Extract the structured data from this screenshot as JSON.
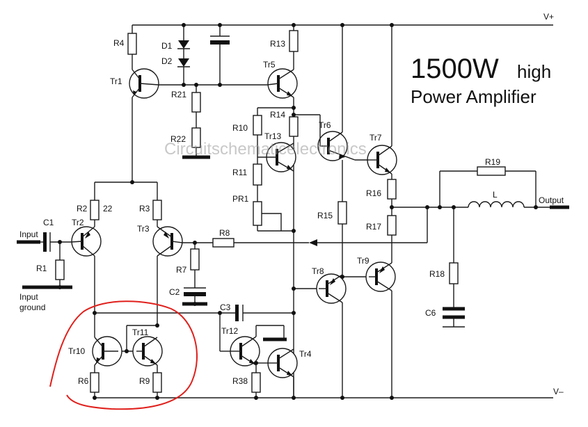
{
  "title": {
    "main": "1500W",
    "suffix": "high",
    "line2": "Power Amplifier"
  },
  "watermark": "Circuitschematicelectronics",
  "rails": {
    "positive": "V+",
    "negative": "V–"
  },
  "io": {
    "input": "Input",
    "input_ground_line1": "Input",
    "input_ground_line2": "ground",
    "output": "Output"
  },
  "transistors": [
    "Tr1",
    "Tr2",
    "Tr3",
    "Tr4",
    "Tr5",
    "Tr6",
    "Tr7",
    "Tr8",
    "Tr9",
    "Tr10",
    "Tr11",
    "Tr12",
    "Tr13"
  ],
  "resistors": [
    "R1",
    "R2",
    "R3",
    "R4",
    "R6",
    "R7",
    "R8",
    "R9",
    "R10",
    "R11",
    "R13",
    "R14",
    "R15",
    "R16",
    "R17",
    "R18",
    "R19",
    "R21",
    "R22",
    "R38",
    "PR1"
  ],
  "capacitors": [
    "C1",
    "C2",
    "C3",
    "C6"
  ],
  "diodes": [
    "D1",
    "D2"
  ],
  "inductor": "L",
  "r2_value": "22",
  "highlight_color": "#e0201c"
}
